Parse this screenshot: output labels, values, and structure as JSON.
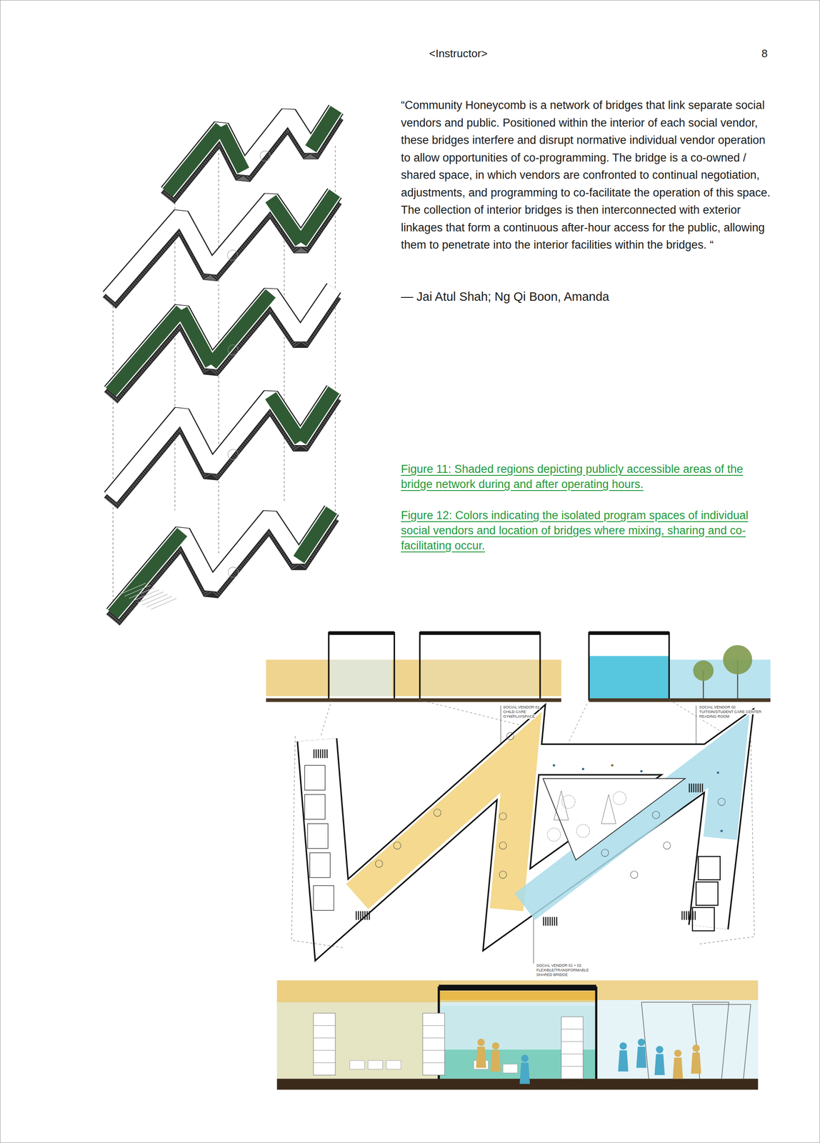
{
  "diagram": {
    "labels": [
      "<Instructor>",
      "8",
      "“Community Honeycomb is a network of bridges that link separate social vendors and public. Positioned within the interior of each social vendor, these bridges interfere and disrupt normative individual vendor operation to allow opportunities of co-programming. The bridge is a co-owned / shared space, in which vendors are confronted to continual negotiation, adjustments, and programming to co-facilitate the operation of this space. The collection of interior bridges is then interconnected with exterior linkages that form a continuous after-hour access for the public, allowing them to penetrate into the interior facilities within the bridges. “",
      "— Jai Atul Shah; Ng Qi Boon, Amanda",
      "Figure 11: Shaded regions depicting publicly accessible areas of the bridge network during and after operating hours.",
      "Figure 12: Colors indicating the isolated program spaces of individual social vendors and location of bridges where mixing, sharing and co-facilitating occur.",
      "SOCIAL VENDOR 01",
      "CHILD CARE",
      "GYM/PLAYSPACE",
      "SOCIAL VENDOR 02",
      "TUITION/STUDENT CARE CENTER",
      "READING ROOM",
      "SOCIAL VENDOR 01 + 02",
      "FLEXIBLE/TRANSFORMABLE",
      "SHARED BRIDGE"
    ]
  }
}
